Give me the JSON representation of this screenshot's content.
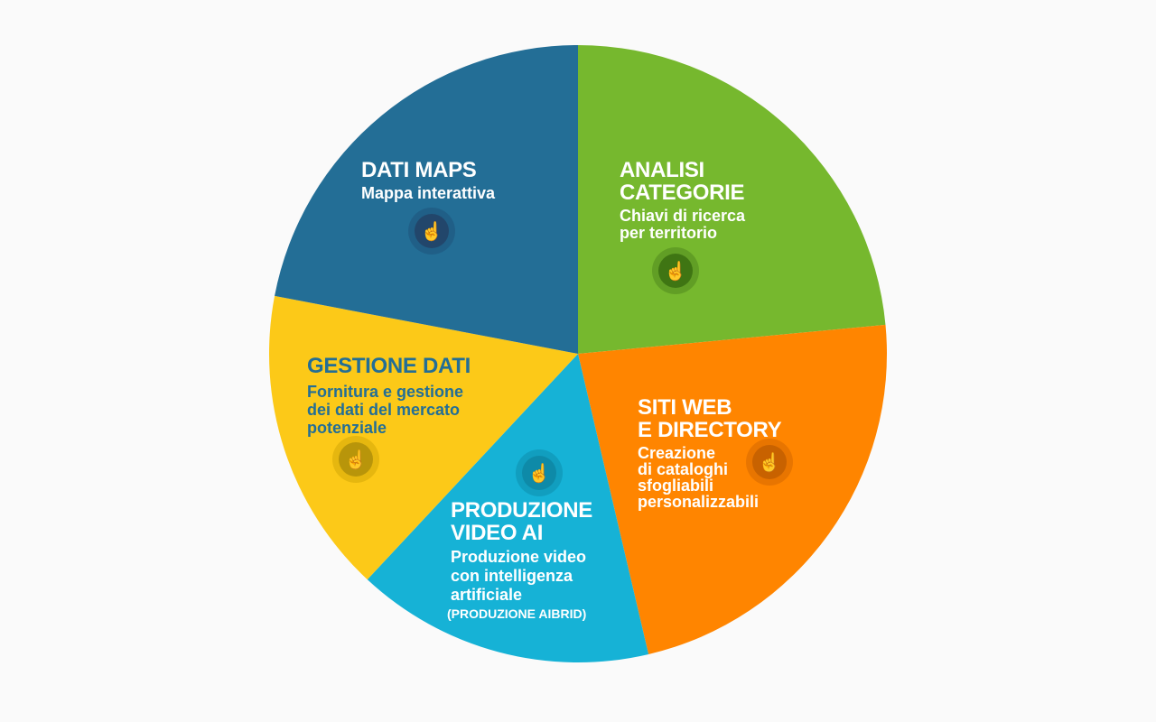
{
  "colors": {
    "blue": "#236e96",
    "green": "#76b82e",
    "orange": "#ff8500",
    "cyan": "#16b2d6",
    "yellow": "#fcc918"
  },
  "segments": [
    {
      "id": "analisi-categorie",
      "title_lines": [
        "ANALISI",
        "CATEGORIE"
      ],
      "subtitle_lines": [
        "Chiavi di ricerca",
        "per territorio"
      ],
      "color": "#76b82e",
      "icon": "hand-pointer-icon"
    },
    {
      "id": "siti-web",
      "title_lines": [
        "SITI WEB",
        "E DIRECTORY"
      ],
      "subtitle_lines": [
        "Creazione",
        "di cataloghi",
        "sfogliabili",
        "personalizzabili"
      ],
      "color": "#ff8500",
      "icon": "hand-pointer-icon"
    },
    {
      "id": "produzione-video",
      "title_lines": [
        "PRODUZIONE",
        "VIDEO AI"
      ],
      "subtitle_lines": [
        "Produzione video",
        "con intelligenza",
        "artificiale"
      ],
      "note": "(PRODUZIONE AIBRID)",
      "color": "#16b2d6",
      "icon": "hand-pointer-icon"
    },
    {
      "id": "gestione-dati",
      "title_lines": [
        "GESTIONE DATI"
      ],
      "subtitle_lines": [
        "Fornitura e gestione",
        "dei dati del mercato",
        "potenziale"
      ],
      "color": "#fcc918",
      "icon": "hand-pointer-icon"
    },
    {
      "id": "dati-maps",
      "title_lines": [
        "DATI MAPS"
      ],
      "subtitle_lines": [
        "Mappa interattiva"
      ],
      "color": "#236e96",
      "icon": "hand-pointer-icon"
    }
  ]
}
